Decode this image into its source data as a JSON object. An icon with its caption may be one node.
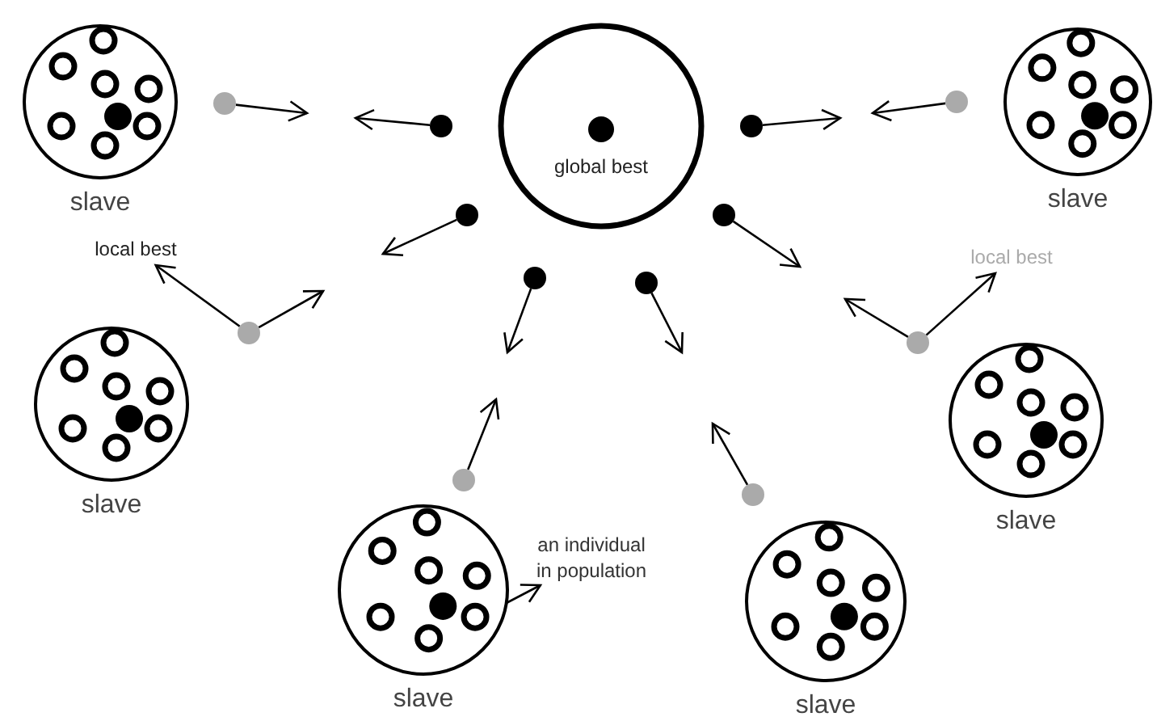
{
  "diagram": {
    "nodes": [
      {
        "text": [
          "slave"
        ]
      },
      {
        "text": [
          "global best"
        ]
      },
      {
        "text": [
          "slave"
        ]
      },
      {
        "text": [
          "slave"
        ]
      },
      {
        "text": [
          "slave"
        ]
      },
      {
        "text": [
          "slave"
        ]
      },
      {
        "text": [
          "slave"
        ]
      },
      {
        "text": [
          "local best"
        ]
      },
      {
        "text": [
          "local best"
        ]
      },
      {
        "text": [
          "an individual in population"
        ]
      },
      {
        "text": [],
        "shape": "circle"
      },
      {
        "text": [],
        "shape": "circle"
      },
      {
        "text": [],
        "shape": "circle"
      },
      {
        "text": [],
        "shape": "circle"
      },
      {
        "text": [],
        "shape": "circle"
      },
      {
        "text": [],
        "shape": "circle"
      },
      {
        "text": [],
        "shape": "circle"
      },
      {
        "text": [],
        "shape": "circle"
      },
      {
        "text": [],
        "shape": "circle"
      },
      {
        "text": [],
        "shape": "circle"
      },
      {
        "text": [],
        "shape": "circle"
      },
      {
        "text": [],
        "shape": "circle"
      }
    ],
    "edges": [
      {
        "from": 10,
        "to": null,
        "arrow": "to"
      },
      {
        "from": 11,
        "to": null,
        "arrow": "to"
      },
      {
        "from": 12,
        "to": null,
        "arrow": "to"
      },
      {
        "from": 13,
        "to": null,
        "arrow": "to"
      },
      {
        "from": 14,
        "to": null,
        "arrow": "to"
      },
      {
        "from": 15,
        "to": null,
        "arrow": "to"
      },
      {
        "from": 16,
        "to": null,
        "arrow": "to"
      },
      {
        "from": 17,
        "to": null,
        "arrow": "to"
      },
      {
        "from": 18,
        "to": null,
        "arrow": "to"
      },
      {
        "from": 18,
        "to": 7,
        "arrow": "to"
      },
      {
        "from": 19,
        "to": 8,
        "arrow": "to"
      },
      {
        "from": 19,
        "to": null,
        "arrow": "to"
      },
      {
        "from": 20,
        "to": null,
        "arrow": "to"
      },
      {
        "from": 21,
        "to": null,
        "arrow": "to"
      },
      {
        "from": 5,
        "to": 9,
        "arrow": "to"
      }
    ]
  }
}
